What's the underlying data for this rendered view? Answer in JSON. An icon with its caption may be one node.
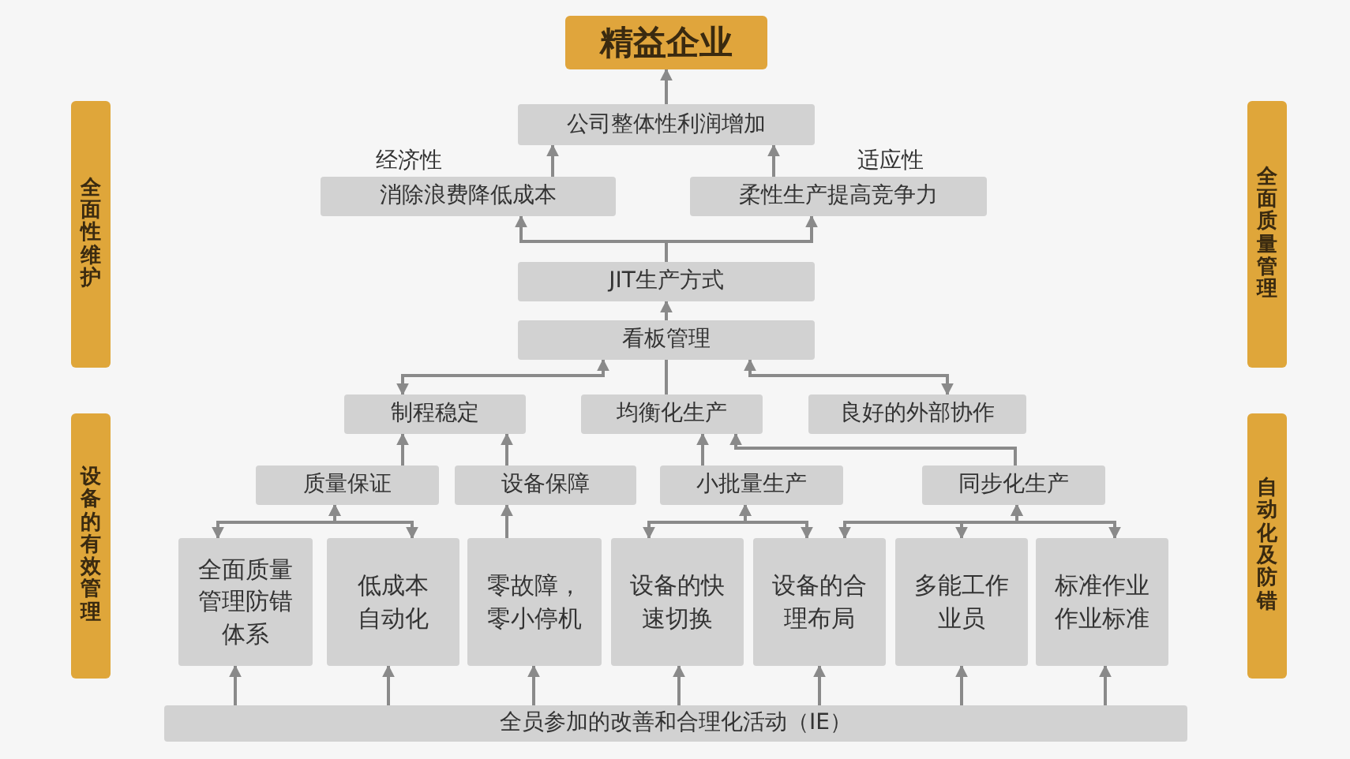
{
  "diagram": {
    "nodes": [
      {
        "text": [
          "精益企业"
        ]
      },
      {
        "text": [
          "公司整体性利润增加"
        ]
      },
      {
        "text": [
          "消除浪费降低成本"
        ],
        "beside": [
          "经济性"
        ]
      },
      {
        "text": [
          "柔性生产提高竞争力"
        ],
        "beside": [
          "适应性"
        ]
      },
      {
        "text": [
          "JIT生产方式"
        ]
      },
      {
        "text": [
          "看板管理"
        ]
      },
      {
        "text": [
          "制程稳定"
        ]
      },
      {
        "text": [
          "均衡化生产"
        ]
      },
      {
        "text": [
          "良好的外部协作"
        ]
      },
      {
        "text": [
          "质量保证"
        ]
      },
      {
        "text": [
          "设备保障"
        ]
      },
      {
        "text": [
          "小批量生产"
        ]
      },
      {
        "text": [
          "同步化生产"
        ]
      },
      {
        "text": [
          "全面质量管理防错体系"
        ]
      },
      {
        "text": [
          "低成本自动化"
        ]
      },
      {
        "text": [
          "零故障，零小停机"
        ]
      },
      {
        "text": [
          "设备的快速切换"
        ]
      },
      {
        "text": [
          "设备的合理布局"
        ]
      },
      {
        "text": [
          "多能工作业员"
        ]
      },
      {
        "text": [
          "标准作业作业标准"
        ]
      },
      {
        "text": [
          "全员参加的改善和合理化活动（IE）"
        ]
      },
      {
        "text": [
          "全面性维护"
        ]
      },
      {
        "text": [
          "设备的有效管理"
        ]
      },
      {
        "text": [
          "全面质量管理"
        ]
      },
      {
        "text": [
          "自动化及防错"
        ]
      }
    ],
    "edges": [
      {
        "from": 1,
        "to": 0,
        "arrow": "to"
      },
      {
        "from": 2,
        "to": 1,
        "arrow": "to"
      },
      {
        "from": 3,
        "to": 1,
        "arrow": "to"
      },
      {
        "from": 4,
        "to": 2,
        "arrow": "to"
      },
      {
        "from": 4,
        "to": 3,
        "arrow": "to"
      },
      {
        "from": 5,
        "to": 4,
        "arrow": "to"
      },
      {
        "from": 6,
        "to": 5,
        "arrow": "both"
      },
      {
        "from": 8,
        "to": 5,
        "arrow": "both"
      },
      {
        "from": 7,
        "to": 5,
        "arrow": "none"
      },
      {
        "from": 9,
        "to": 6,
        "arrow": "to"
      },
      {
        "from": 10,
        "to": 6,
        "arrow": "to"
      },
      {
        "from": 11,
        "to": 7,
        "arrow": "to"
      },
      {
        "from": 12,
        "to": 7,
        "arrow": "to"
      },
      {
        "from": 9,
        "to": 13,
        "arrow": "both"
      },
      {
        "from": 9,
        "to": 14,
        "arrow": "both"
      },
      {
        "from": 15,
        "to": 10,
        "arrow": "to"
      },
      {
        "from": 11,
        "to": 16,
        "arrow": "both"
      },
      {
        "from": 11,
        "to": 17,
        "arrow": "both"
      },
      {
        "from": 12,
        "to": 17,
        "arrow": "both"
      },
      {
        "from": 12,
        "to": 18,
        "arrow": "both"
      },
      {
        "from": 12,
        "to": 19,
        "arrow": "both"
      },
      {
        "from": 20,
        "to": 13,
        "arrow": "to"
      },
      {
        "from": 20,
        "to": 14,
        "arrow": "to"
      },
      {
        "from": 20,
        "to": 15,
        "arrow": "to"
      },
      {
        "from": 20,
        "to": 16,
        "arrow": "to"
      },
      {
        "from": 20,
        "to": 17,
        "arrow": "to"
      },
      {
        "from": 20,
        "to": 18,
        "arrow": "to"
      },
      {
        "from": 20,
        "to": 19,
        "arrow": "to"
      }
    ]
  }
}
